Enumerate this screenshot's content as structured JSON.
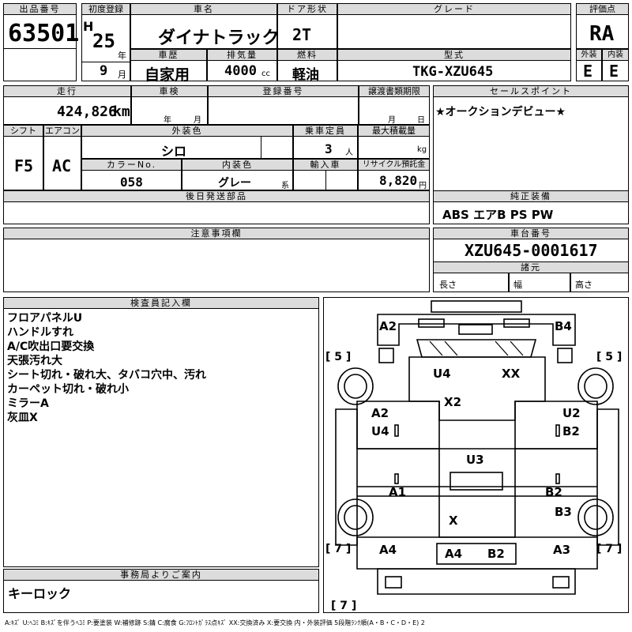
{
  "header": {
    "lot_label": "出品番号",
    "lot_no": "63501",
    "first_reg_label": "初度登録",
    "era": "H",
    "year": "25",
    "year_unit": "年",
    "month": "9",
    "month_unit": "月",
    "name_label": "車名",
    "car_name": "ダイナトラック",
    "door_label": "ドア形状",
    "door": "2T",
    "grade_label": "グレード",
    "grade": "",
    "score_label": "評価点",
    "score": "RA",
    "history_label": "車歴",
    "history": "自家用",
    "disp_label": "排気量",
    "disp": "4000",
    "disp_unit": "cc",
    "fuel_label": "燃料",
    "fuel": "軽油",
    "model_label": "型式",
    "model": "TKG-XZU645",
    "ext_label": "外装",
    "ext_grade": "E",
    "int_label": "内装",
    "int_grade": "E"
  },
  "row2": {
    "mileage_label": "走行",
    "mileage": "424,826",
    "mileage_unit": "km",
    "inspection_label": "車検",
    "insp_year_unit": "年",
    "insp_month_unit": "月",
    "plate_label": "登録番号",
    "plate": "",
    "transfer_label": "譲渡書類期限",
    "transfer_month_unit": "月",
    "transfer_day_unit": "日",
    "sales_label": "セールスポイント",
    "sales_point": "★オークションデビュー★"
  },
  "row3": {
    "shift_label": "シフト",
    "shift": "F5",
    "ac_label": "エアコン",
    "ac": "AC",
    "color_label": "外装色",
    "color": "シロ",
    "cap_label": "乗車定員",
    "capacity": "3",
    "capacity_unit": "人",
    "load_label": "最大積載量",
    "load": "",
    "load_unit": "kg",
    "color_no_label": "カラーNo.",
    "color_no": "058",
    "interior_label": "内装色",
    "interior": "グレー",
    "interior_unit": "系",
    "import_label": "輸入車",
    "import": "",
    "recycle_label": "リサイクル預託金",
    "recycle": "8,820",
    "recycle_unit": "円"
  },
  "parts": {
    "label": "後日発送部品",
    "value": ""
  },
  "equipment": {
    "label": "純正装備",
    "value": "ABS エアB PS PW"
  },
  "caution": {
    "label": "注意事項欄",
    "value": ""
  },
  "chassis": {
    "label": "車台番号",
    "value": "XZU645-0001617",
    "spec_label": "諸元",
    "length_label": "長さ",
    "width_label": "幅",
    "height_label": "高さ"
  },
  "inspector": {
    "label": "検査員記入欄",
    "notes": [
      "フロアパネルU",
      "ハンドルすれ",
      "A/C吹出口要交換",
      "天張汚れ大",
      "シート切れ・破れ大、タバコ穴中、汚れ",
      "カーペット切れ・破れ小",
      "ミラーA",
      "灰皿X"
    ]
  },
  "office": {
    "label": "事務局よりご案内",
    "note": "キーロック"
  },
  "diagram": {
    "marks": [
      "A2",
      "B4",
      "U4",
      "XX",
      "X2",
      "A2",
      "U4",
      "U2",
      "B2",
      "U3",
      "A1",
      "B2",
      "B3",
      "X",
      "A4",
      "A4",
      "B2",
      "A3"
    ],
    "tire_ratings": [
      "[ 5 ]",
      "[ 5 ]",
      "[ 7 ]",
      "[ 7 ]",
      "[ 7 ]"
    ]
  },
  "legend": "A:ｷｽﾞ U:ﾍｺﾐ B:ｷｽﾞを伴うﾍｺﾐ P:要塗装 W:補修跡 S:錆 C:腐食 G:ﾌﾛﾝﾄｶﾞﾗｽ点ｷｽﾞ XX:交換済み X:要交換 内・外装評価 5段階ﾗﾝｸ順(A・B・C・D・E) 2"
}
